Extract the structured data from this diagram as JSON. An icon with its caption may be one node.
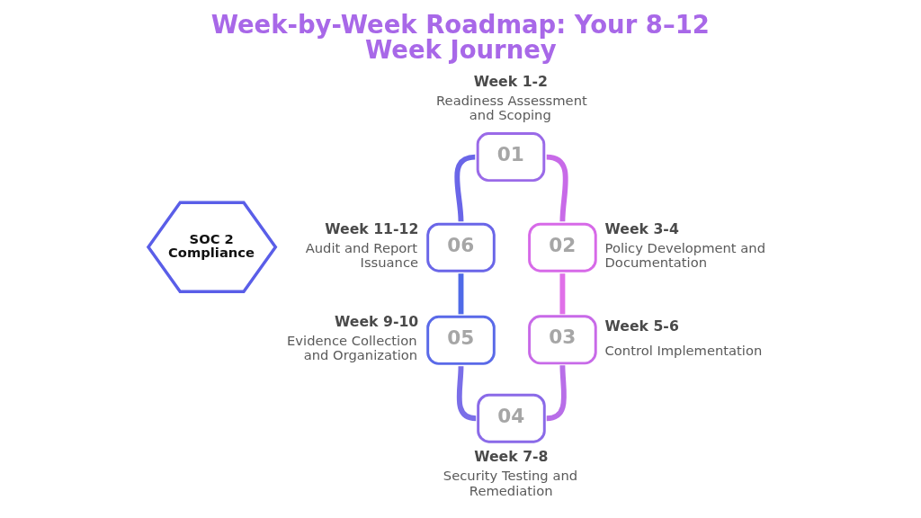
{
  "diagram": {
    "title": "Week-by-Week Roadmap: Your 8–12 Week Journey",
    "nodes": [
      {
        "text": [
          "SOC 2 Compliance"
        ]
      },
      {
        "text": [
          "01"
        ],
        "beside": [
          "Week 1-2",
          "Readiness Assessment and Scoping"
        ]
      },
      {
        "text": [
          "02"
        ],
        "beside": [
          "Week 3-4",
          "Policy Development and Documentation"
        ]
      },
      {
        "text": [
          "03"
        ],
        "beside": [
          "Week 5-6",
          "Control Implementation"
        ]
      },
      {
        "text": [
          "04"
        ],
        "beside": [
          "Week 7-8",
          "Security Testing and Remediation"
        ]
      },
      {
        "text": [
          "05"
        ],
        "beside": [
          "Week 9-10",
          "Evidence Collection and Organization"
        ]
      },
      {
        "text": [
          "06"
        ],
        "beside": [
          "Week 11-12",
          "Audit and Report Issuance"
        ]
      }
    ],
    "edges": [
      {
        "from": 1,
        "to": 6,
        "arrow": "none",
        "color": "#6a66e8"
      },
      {
        "from": 6,
        "to": 5,
        "arrow": "none",
        "color": "#4f6ae8"
      },
      {
        "from": 5,
        "to": 4,
        "arrow": "none",
        "color": "#7a6ee8"
      },
      {
        "from": 1,
        "to": 2,
        "arrow": "none",
        "color": "#c86ae8"
      },
      {
        "from": 2,
        "to": 3,
        "arrow": "none",
        "color": "#e070e8"
      },
      {
        "from": 3,
        "to": 4,
        "arrow": "none",
        "color": "#b86ee8"
      }
    ]
  }
}
